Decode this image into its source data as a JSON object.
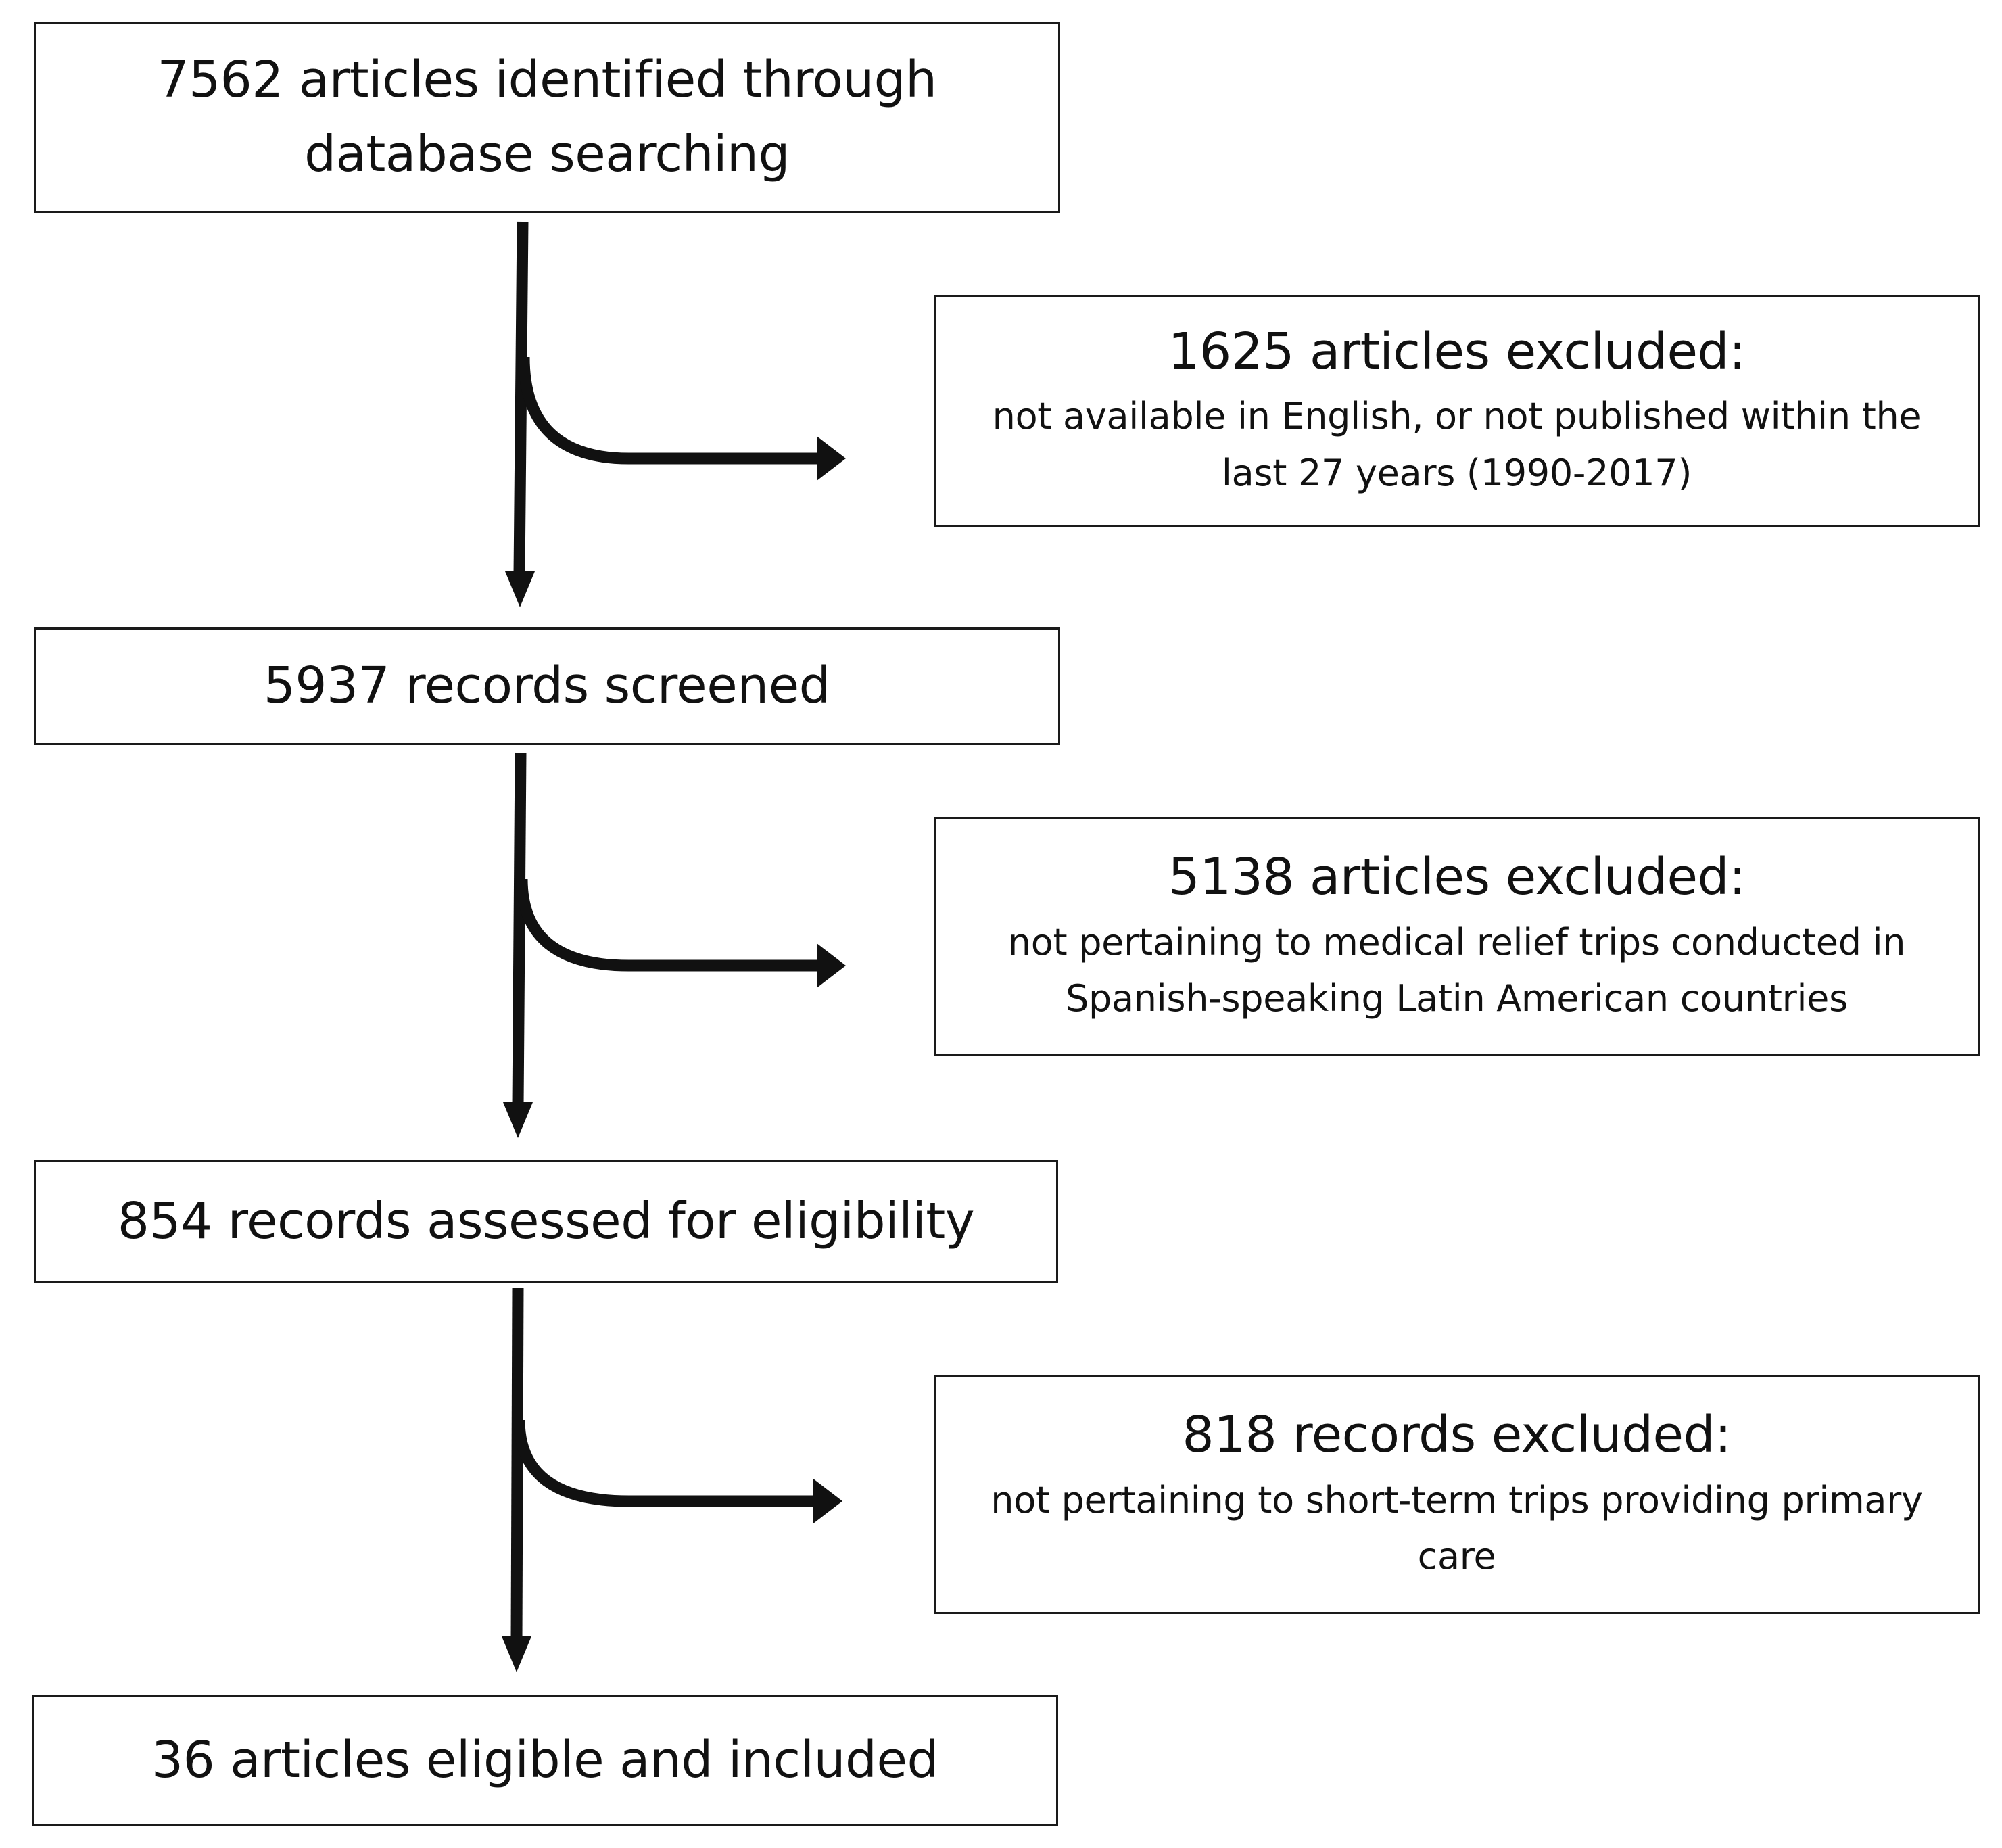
{
  "stages": [
    {
      "lines": [
        "7562 articles identified through",
        "database searching"
      ]
    },
    {
      "lines": [
        "5937 records screened"
      ]
    },
    {
      "lines": [
        "854 records assessed for eligibility"
      ]
    },
    {
      "lines": [
        "36 articles eligible and included"
      ]
    }
  ],
  "exclusions": [
    {
      "title": "1625 articles excluded:",
      "detail": [
        "not available in English, or not published within the",
        "last 27 years (1990-2017)"
      ]
    },
    {
      "title": "5138 articles excluded:",
      "detail": [
        "not pertaining to medical relief trips conducted in",
        "Spanish-speaking Latin American countries"
      ]
    },
    {
      "title": "818 records excluded:",
      "detail": [
        "not pertaining to short-term trips providing primary",
        "care"
      ]
    }
  ],
  "colors": {
    "stroke": "#1a1a1a",
    "background": "#ffffff",
    "text": "#111111"
  }
}
